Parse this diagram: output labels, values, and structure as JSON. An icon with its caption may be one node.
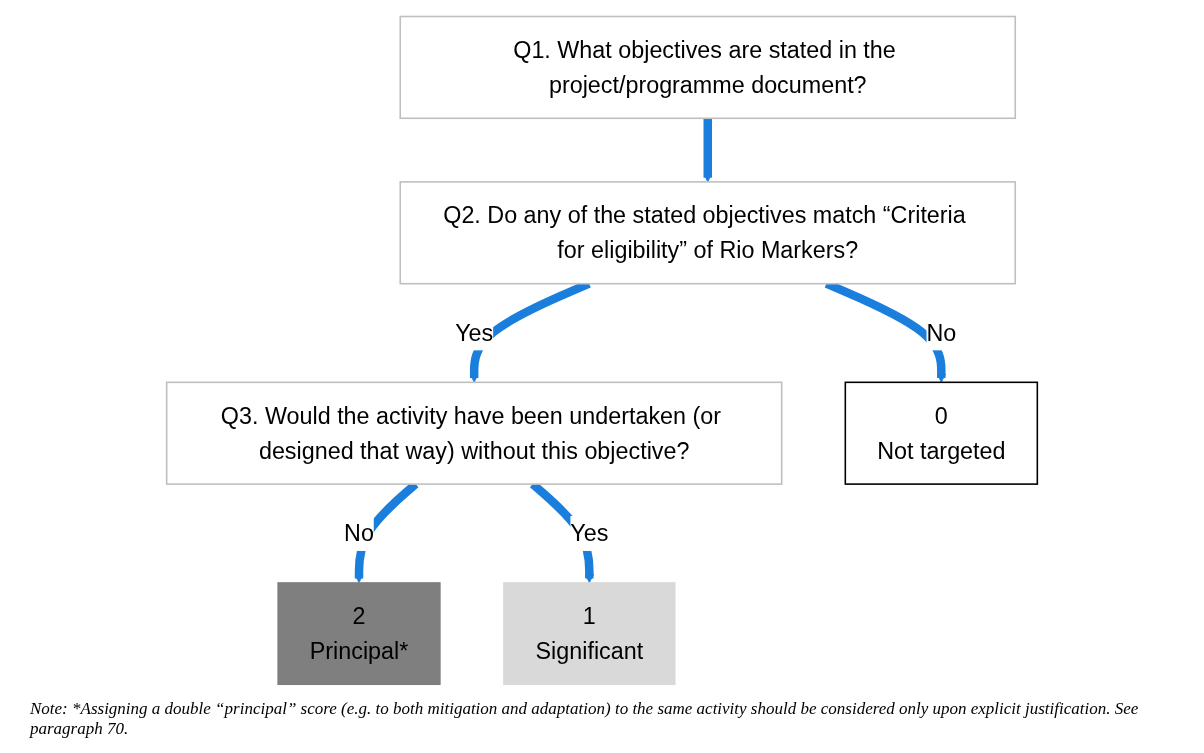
{
  "diagram": {
    "caption": "Note: *Assigning a double “principal” score (e.g. to both mitigation and adaptation) to the same activity should be considered only upon explicit justification. See paragraph 70.",
    "nodes": [
      {
        "text": [
          "Q1. What objectives are stated in the project/programme document?"
        ]
      },
      {
        "text": [
          "Q2. Do any of the stated objectives match “Criteria for eligibility” of Rio Markers?"
        ]
      },
      {
        "text": [
          "Q3. Would the activity have been undertaken (or designed that way) without this objective?"
        ]
      },
      {
        "text": [
          "2",
          "Principal*"
        ]
      },
      {
        "text": [
          "1",
          "Significant"
        ]
      },
      {
        "text": [
          "0",
          "Not targeted"
        ]
      }
    ],
    "edges": [
      {
        "from": 0,
        "to": 1,
        "arrow": "to"
      },
      {
        "from": 1,
        "to": 2,
        "arrow": "to",
        "label": "Yes"
      },
      {
        "from": 1,
        "to": 5,
        "arrow": "to",
        "label": "No"
      },
      {
        "from": 2,
        "to": 3,
        "arrow": "to",
        "label": "No"
      },
      {
        "from": 2,
        "to": 4,
        "arrow": "to",
        "label": "Yes"
      }
    ]
  }
}
